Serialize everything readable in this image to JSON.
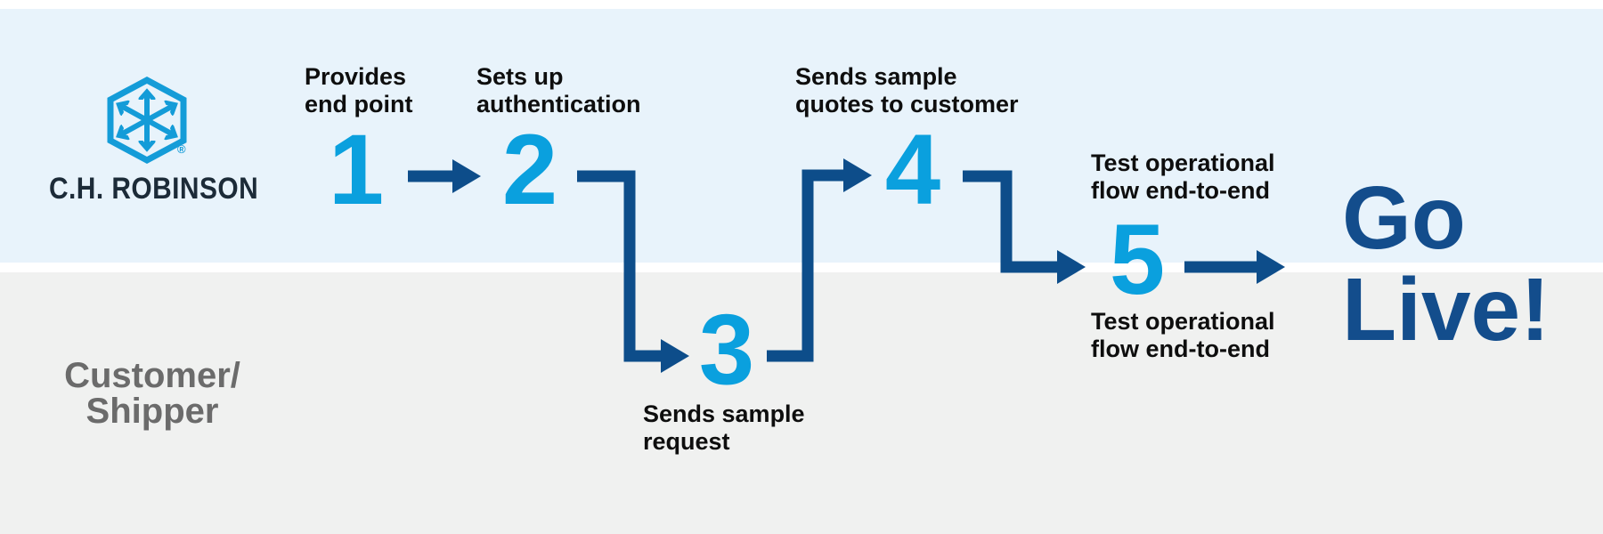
{
  "colors": {
    "lane_top_bg": "#e8f3fb",
    "lane_bottom_bg": "#f0f1f0",
    "divider": "#ffffff",
    "step_number": "#0aa0de",
    "arrow": "#0d4d8a",
    "go_live": "#134d8c",
    "label_text": "#0e0e0e",
    "customer_label": "#6b6b6b",
    "logo_blue": "#149cd8",
    "brand_text": "#1c2b38"
  },
  "lanes": {
    "top": {
      "brand": "C.H. ROBINSON",
      "registered_mark": "®"
    },
    "bottom": {
      "label": "Customer/\nShipper"
    }
  },
  "steps": [
    {
      "number": "1",
      "label": "Provides\nend point"
    },
    {
      "number": "2",
      "label": "Sets up\nauthentication"
    },
    {
      "number": "3",
      "label": "Sends sample\nrequest"
    },
    {
      "number": "4",
      "label": "Sends sample\nquotes to customer"
    },
    {
      "number": "5",
      "label_top": "Test operational\nflow end-to-end",
      "label_bottom": "Test operational\nflow end-to-end"
    }
  ],
  "outcome": {
    "label": "Go\nLive!"
  },
  "icons": {
    "logo": "chrobinson-hexagon-arrows-logo"
  }
}
